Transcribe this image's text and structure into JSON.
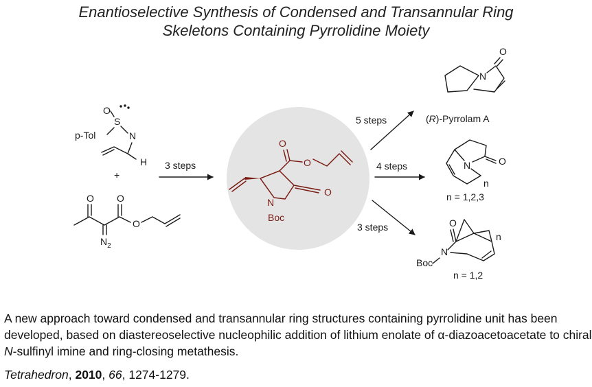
{
  "title": {
    "line1": "Enantioselective Synthesis of Condensed and Transannular Ring",
    "line2": "Skeletons Containing Pyrrolidine Moiety"
  },
  "scheme": {
    "reagents": {
      "o_label": "O",
      "s_label": "S",
      "n_label": "N",
      "h_label": "H",
      "ptol_label": "p-Tol",
      "plus": "+",
      "o_ketone": "O",
      "o_ester_carbonyl": "O",
      "o_ester": "O",
      "n2_label": "N",
      "n2_sub": "2"
    },
    "arrow_main_label": "3 steps",
    "intermediate": {
      "o_carbonyl": "O",
      "o_ester": "O",
      "o_lactam": "O",
      "n_label": "N",
      "boc_label": "Boc"
    },
    "products": [
      {
        "steps": "5 steps",
        "o_label": "O",
        "n_label": "N",
        "name_prefix": "(",
        "name_italic": "R",
        "name_suffix": ")-Pyrrolam A"
      },
      {
        "steps": "4 steps",
        "o_label": "O",
        "n_label": "N",
        "sub_n": "n",
        "caption": "n = 1,2,3"
      },
      {
        "steps": "3 steps",
        "o_label": "O",
        "n_label": "N",
        "boc_label": "Boc",
        "sub_n": "n",
        "caption": "n = 1,2"
      }
    ],
    "colors": {
      "highlight": "#7a1c14",
      "circle": "#e4e4e4"
    }
  },
  "description": {
    "text1": "A new approach toward condensed and transannular ring structures containing pyrrolidine unit has been developed, based on diastereoselective nucleophilic addition of  lithium enolate of ",
    "alpha": "α",
    "text2": "-diazoacetoacetate to chiral  ",
    "n_italic": "N",
    "text3": "-sulfinyl imine and ring-closing metathesis."
  },
  "citation": {
    "journal": "Tetrahedron",
    "sep1": ", ",
    "year": "2010",
    "sep2": ", ",
    "volume": "66",
    "pages": ", 1274-1279."
  }
}
